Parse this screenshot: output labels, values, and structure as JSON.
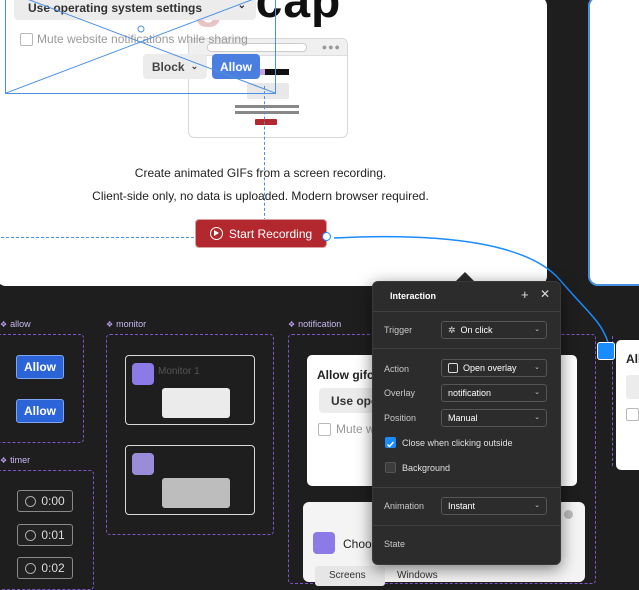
{
  "main_frame": {
    "os_select_label": "Use operating system settings",
    "mute_label": "Mute website notifications while sharing",
    "logo_text_a": "gif",
    "logo_text_b": "cap",
    "block_label": "Block",
    "allow_label": "Allow",
    "description_1": "Create animated GIFs from a screen recording.",
    "description_2": "Client-side only, no data is uploaded. Modern browser required.",
    "record_label": "Start Recording"
  },
  "canvas": {
    "allow_frame": {
      "label": "allow",
      "buttons": [
        "Allow",
        "Allow"
      ]
    },
    "monitor_frame": {
      "label": "monitor",
      "card_title": "Monitor 1"
    },
    "notification_frame": {
      "label": "notification",
      "title": "Allow gifcap",
      "select_label": "Use operating system settings",
      "mute_label": "Mute website notifications while sharing"
    },
    "timer_frame": {
      "label": "timer",
      "times": [
        "0:00",
        "0:01",
        "0:02"
      ]
    },
    "right_card_title": "Allo",
    "bottom_card": {
      "title": "Choose what to share",
      "tabs": [
        "Screens",
        "Windows"
      ]
    }
  },
  "interaction_panel": {
    "title": "Interaction",
    "trigger": {
      "label": "Trigger",
      "value": "On click"
    },
    "action": {
      "label": "Action",
      "value": "Open overlay"
    },
    "overlay": {
      "label": "Overlay",
      "value": "notification"
    },
    "position": {
      "label": "Position",
      "value": "Manual"
    },
    "close_outside": {
      "label": "Close when clicking outside",
      "checked": true
    },
    "background": {
      "label": "Background",
      "checked": false
    },
    "animation": {
      "label": "Animation",
      "value": "Instant"
    },
    "state_label": "State"
  },
  "colors": {
    "accent_blue": "#1a8cff",
    "record_red": "#b3282e",
    "frame_purple": "#7e55c8",
    "canvas_bg": "#1e1e1e"
  }
}
